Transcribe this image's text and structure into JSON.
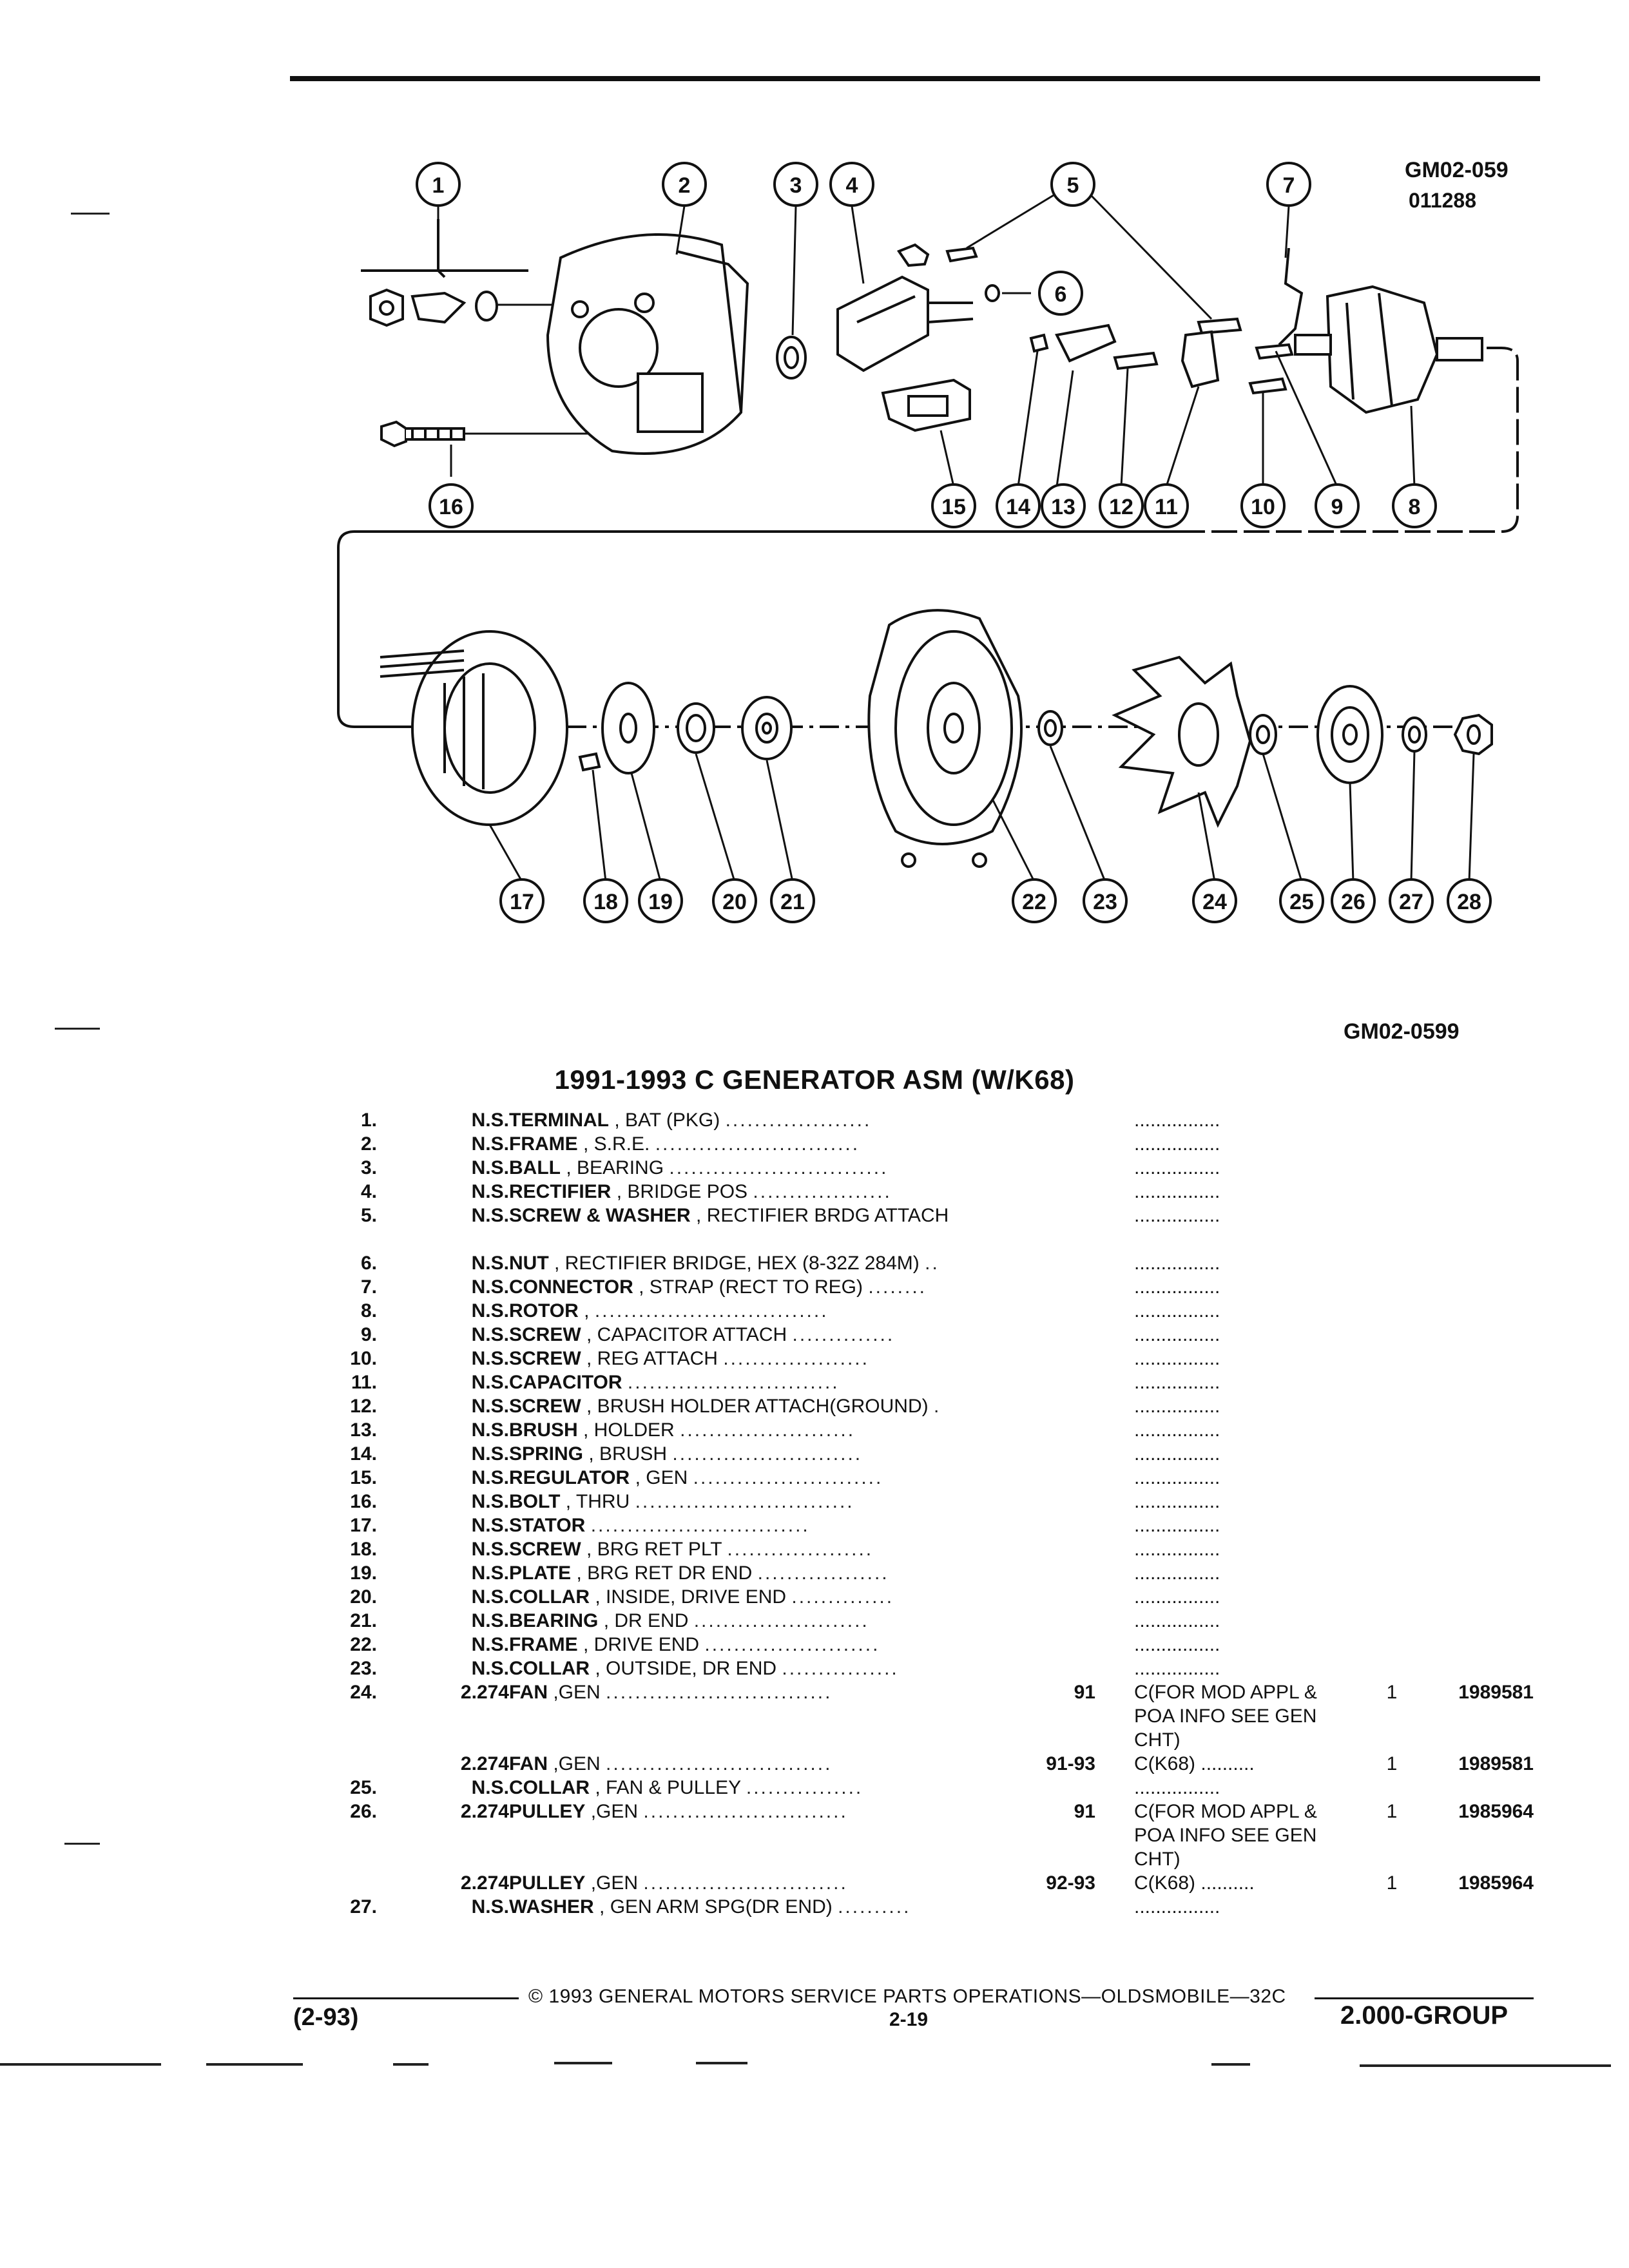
{
  "diagram": {
    "code_top": "GM02-059",
    "code_sub": "011288",
    "code_bottom": "GM02-0599",
    "callouts_top": [
      "1",
      "2",
      "3",
      "4",
      "5",
      "6",
      "7"
    ],
    "callouts_mid": [
      "16",
      "15",
      "14",
      "13",
      "12",
      "11",
      "10",
      "9",
      "8"
    ],
    "callouts_bottom": [
      "17",
      "18",
      "19",
      "20",
      "21",
      "22",
      "23",
      "24",
      "25",
      "26",
      "27",
      "28"
    ]
  },
  "title": "1991-1993 C GENERATOR ASM (W/K68)",
  "parts": [
    {
      "no": "1.",
      "grp": "N.S.",
      "name": "TERMINAL",
      "desc": ", BAT (PKG)",
      "dots": "....................",
      "yr": "",
      "app": "................",
      "qty": "",
      "pn": ""
    },
    {
      "no": "2.",
      "grp": "N.S.",
      "name": "FRAME",
      "desc": ", S.R.E.",
      "dots": "............................",
      "yr": "",
      "app": "................",
      "qty": "",
      "pn": ""
    },
    {
      "no": "3.",
      "grp": "N.S.",
      "name": "BALL",
      "desc": ", BEARING",
      "dots": "..............................",
      "yr": "",
      "app": "................",
      "qty": "",
      "pn": ""
    },
    {
      "no": "4.",
      "grp": "N.S.",
      "name": "RECTIFIER",
      "desc": ", BRIDGE POS",
      "dots": "...................",
      "yr": "",
      "app": "................",
      "qty": "",
      "pn": ""
    },
    {
      "no": "5.",
      "grp": "N.S.",
      "name": "SCREW & WASHER",
      "desc": ", RECTIFIER BRDG ATTACH",
      "dots": "",
      "yr": "",
      "app": "................",
      "qty": "",
      "pn": ""
    },
    {
      "no": "6.",
      "grp": "N.S.",
      "name": "NUT",
      "desc": ", RECTIFIER BRIDGE, HEX (8-32Z 284M)",
      "dots": "..",
      "yr": "",
      "app": "................",
      "qty": "",
      "pn": ""
    },
    {
      "no": "7.",
      "grp": "N.S.",
      "name": "CONNECTOR",
      "desc": ", STRAP (RECT TO REG)",
      "dots": "........",
      "yr": "",
      "app": "................",
      "qty": "",
      "pn": ""
    },
    {
      "no": "8.",
      "grp": "N.S.",
      "name": "ROTOR",
      "desc": ",",
      "dots": "................................",
      "yr": "",
      "app": "................",
      "qty": "",
      "pn": ""
    },
    {
      "no": "9.",
      "grp": "N.S.",
      "name": "SCREW",
      "desc": ", CAPACITOR ATTACH",
      "dots": "..............",
      "yr": "",
      "app": "................",
      "qty": "",
      "pn": ""
    },
    {
      "no": "10.",
      "grp": "N.S.",
      "name": "SCREW",
      "desc": ", REG ATTACH",
      "dots": "....................",
      "yr": "",
      "app": "................",
      "qty": "",
      "pn": ""
    },
    {
      "no": "11.",
      "grp": "N.S.",
      "name": "CAPACITOR",
      "desc": "",
      "dots": ".............................",
      "yr": "",
      "app": "................",
      "qty": "",
      "pn": ""
    },
    {
      "no": "12.",
      "grp": "N.S.",
      "name": "SCREW",
      "desc": ", BRUSH HOLDER ATTACH(GROUND)",
      "dots": ".",
      "yr": "",
      "app": "................",
      "qty": "",
      "pn": ""
    },
    {
      "no": "13.",
      "grp": "N.S.",
      "name": "BRUSH",
      "desc": ", HOLDER",
      "dots": "........................",
      "yr": "",
      "app": "................",
      "qty": "",
      "pn": ""
    },
    {
      "no": "14.",
      "grp": "N.S.",
      "name": "SPRING",
      "desc": ", BRUSH",
      "dots": "..........................",
      "yr": "",
      "app": "................",
      "qty": "",
      "pn": ""
    },
    {
      "no": "15.",
      "grp": "N.S.",
      "name": "REGULATOR",
      "desc": ", GEN",
      "dots": "..........................",
      "yr": "",
      "app": "................",
      "qty": "",
      "pn": ""
    },
    {
      "no": "16.",
      "grp": "N.S.",
      "name": "BOLT",
      "desc": ", THRU",
      "dots": "..............................",
      "yr": "",
      "app": "................",
      "qty": "",
      "pn": ""
    },
    {
      "no": "17.",
      "grp": "N.S.",
      "name": "STATOR",
      "desc": "",
      "dots": "..............................",
      "yr": "",
      "app": "................",
      "qty": "",
      "pn": ""
    },
    {
      "no": "18.",
      "grp": "N.S.",
      "name": "SCREW",
      "desc": ", BRG RET PLT",
      "dots": "....................",
      "yr": "",
      "app": "................",
      "qty": "",
      "pn": ""
    },
    {
      "no": "19.",
      "grp": "N.S.",
      "name": "PLATE",
      "desc": ", BRG RET DR END",
      "dots": "..................",
      "yr": "",
      "app": "................",
      "qty": "",
      "pn": ""
    },
    {
      "no": "20.",
      "grp": "N.S.",
      "name": "COLLAR",
      "desc": ", INSIDE, DRIVE END",
      "dots": "..............",
      "yr": "",
      "app": "................",
      "qty": "",
      "pn": ""
    },
    {
      "no": "21.",
      "grp": "N.S.",
      "name": "BEARING",
      "desc": ", DR END",
      "dots": "........................",
      "yr": "",
      "app": "................",
      "qty": "",
      "pn": ""
    },
    {
      "no": "22.",
      "grp": "N.S.",
      "name": "FRAME",
      "desc": ", DRIVE END",
      "dots": "........................",
      "yr": "",
      "app": "................",
      "qty": "",
      "pn": ""
    },
    {
      "no": "23.",
      "grp": "N.S.",
      "name": "COLLAR",
      "desc": ", OUTSIDE, DR END",
      "dots": "................",
      "yr": "",
      "app": "................",
      "qty": "",
      "pn": ""
    },
    {
      "no": "24.",
      "grp": "2.274",
      "name": "FAN",
      "desc": ",GEN",
      "dots": "...............................",
      "yr": "91",
      "app": "C(FOR MOD APPL & POA INFO SEE GEN CHT)",
      "qty": "1",
      "pn": "1989581",
      "lines": 3
    },
    {
      "no": "",
      "grp": "2.274",
      "name": "FAN",
      "desc": ",GEN",
      "dots": "...............................",
      "yr": "91-93",
      "app": "C(K68) ..........",
      "qty": "1",
      "pn": "1989581"
    },
    {
      "no": "25.",
      "grp": "N.S.",
      "name": "COLLAR",
      "desc": ", FAN & PULLEY",
      "dots": "................",
      "yr": "",
      "app": "................",
      "qty": "",
      "pn": ""
    },
    {
      "no": "26.",
      "grp": "2.274",
      "name": "PULLEY",
      "desc": ",GEN",
      "dots": "............................",
      "yr": "91",
      "app": "C(FOR MOD APPL & POA INFO SEE GEN CHT)",
      "qty": "1",
      "pn": "1985964",
      "lines": 3
    },
    {
      "no": "",
      "grp": "2.274",
      "name": "PULLEY",
      "desc": ",GEN",
      "dots": "............................",
      "yr": "92-93",
      "app": "C(K68) ..........",
      "qty": "1",
      "pn": "1985964"
    },
    {
      "no": "27.",
      "grp": "N.S.",
      "name": "WASHER",
      "desc": ", GEN ARM SPG(DR END)",
      "dots": "..........",
      "yr": "",
      "app": "................",
      "qty": "",
      "pn": ""
    }
  ],
  "footer": {
    "copyright": "© 1993 GENERAL MOTORS SERVICE PARTS OPERATIONS—OLDSMOBILE—32C",
    "date": "(2-93)",
    "page": "2-19",
    "group": "2.000-GROUP"
  }
}
